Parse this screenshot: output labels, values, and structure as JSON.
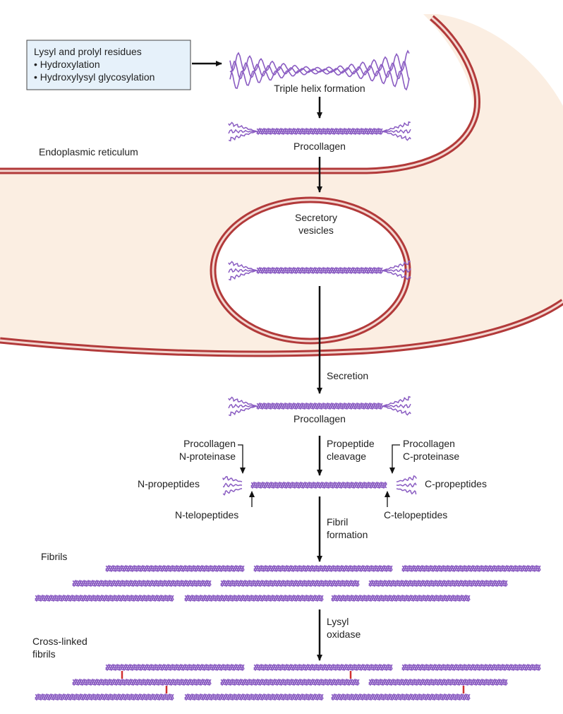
{
  "diagram": {
    "info_box": {
      "heading": "Lysyl and prolyl residues",
      "items": [
        "• Hydroxylation",
        "• Hydroxylysyl glycosylation"
      ]
    },
    "compartments": {
      "er": "Endoplasmic reticulum",
      "vesicle": [
        "Secretory",
        "vesicles"
      ],
      "fibrils": "Fibrils",
      "cross_linked": [
        "Cross-linked",
        "fibrils"
      ]
    },
    "stages": {
      "triple_helix": "Triple helix formation",
      "procollagen_er": "Procollagen",
      "secretion": "Secretion",
      "procollagen_out": "Procollagen",
      "propeptide_cleavage": [
        "Propeptide",
        "cleavage"
      ],
      "fibril_formation": [
        "Fibril",
        "formation"
      ],
      "lysyl_oxidase": [
        "Lysyl",
        "oxidase"
      ]
    },
    "cleavage": {
      "n_enzyme": [
        "Procollagen",
        "N-proteinase"
      ],
      "c_enzyme": [
        "Procollagen",
        "C-proteinase"
      ],
      "n_propeptides": "N-propeptides",
      "c_propeptides": "C-propeptides",
      "n_telopeptides": "N-telopeptides",
      "c_telopeptides": "C-telopeptides"
    },
    "colors": {
      "helix": "#8a5cc2",
      "membrane": "#b23a3a",
      "cytoplasm": "#fbeee2",
      "box_fill": "#e6f1fa",
      "crosslink": "#d03030",
      "arrow": "#111111"
    }
  }
}
